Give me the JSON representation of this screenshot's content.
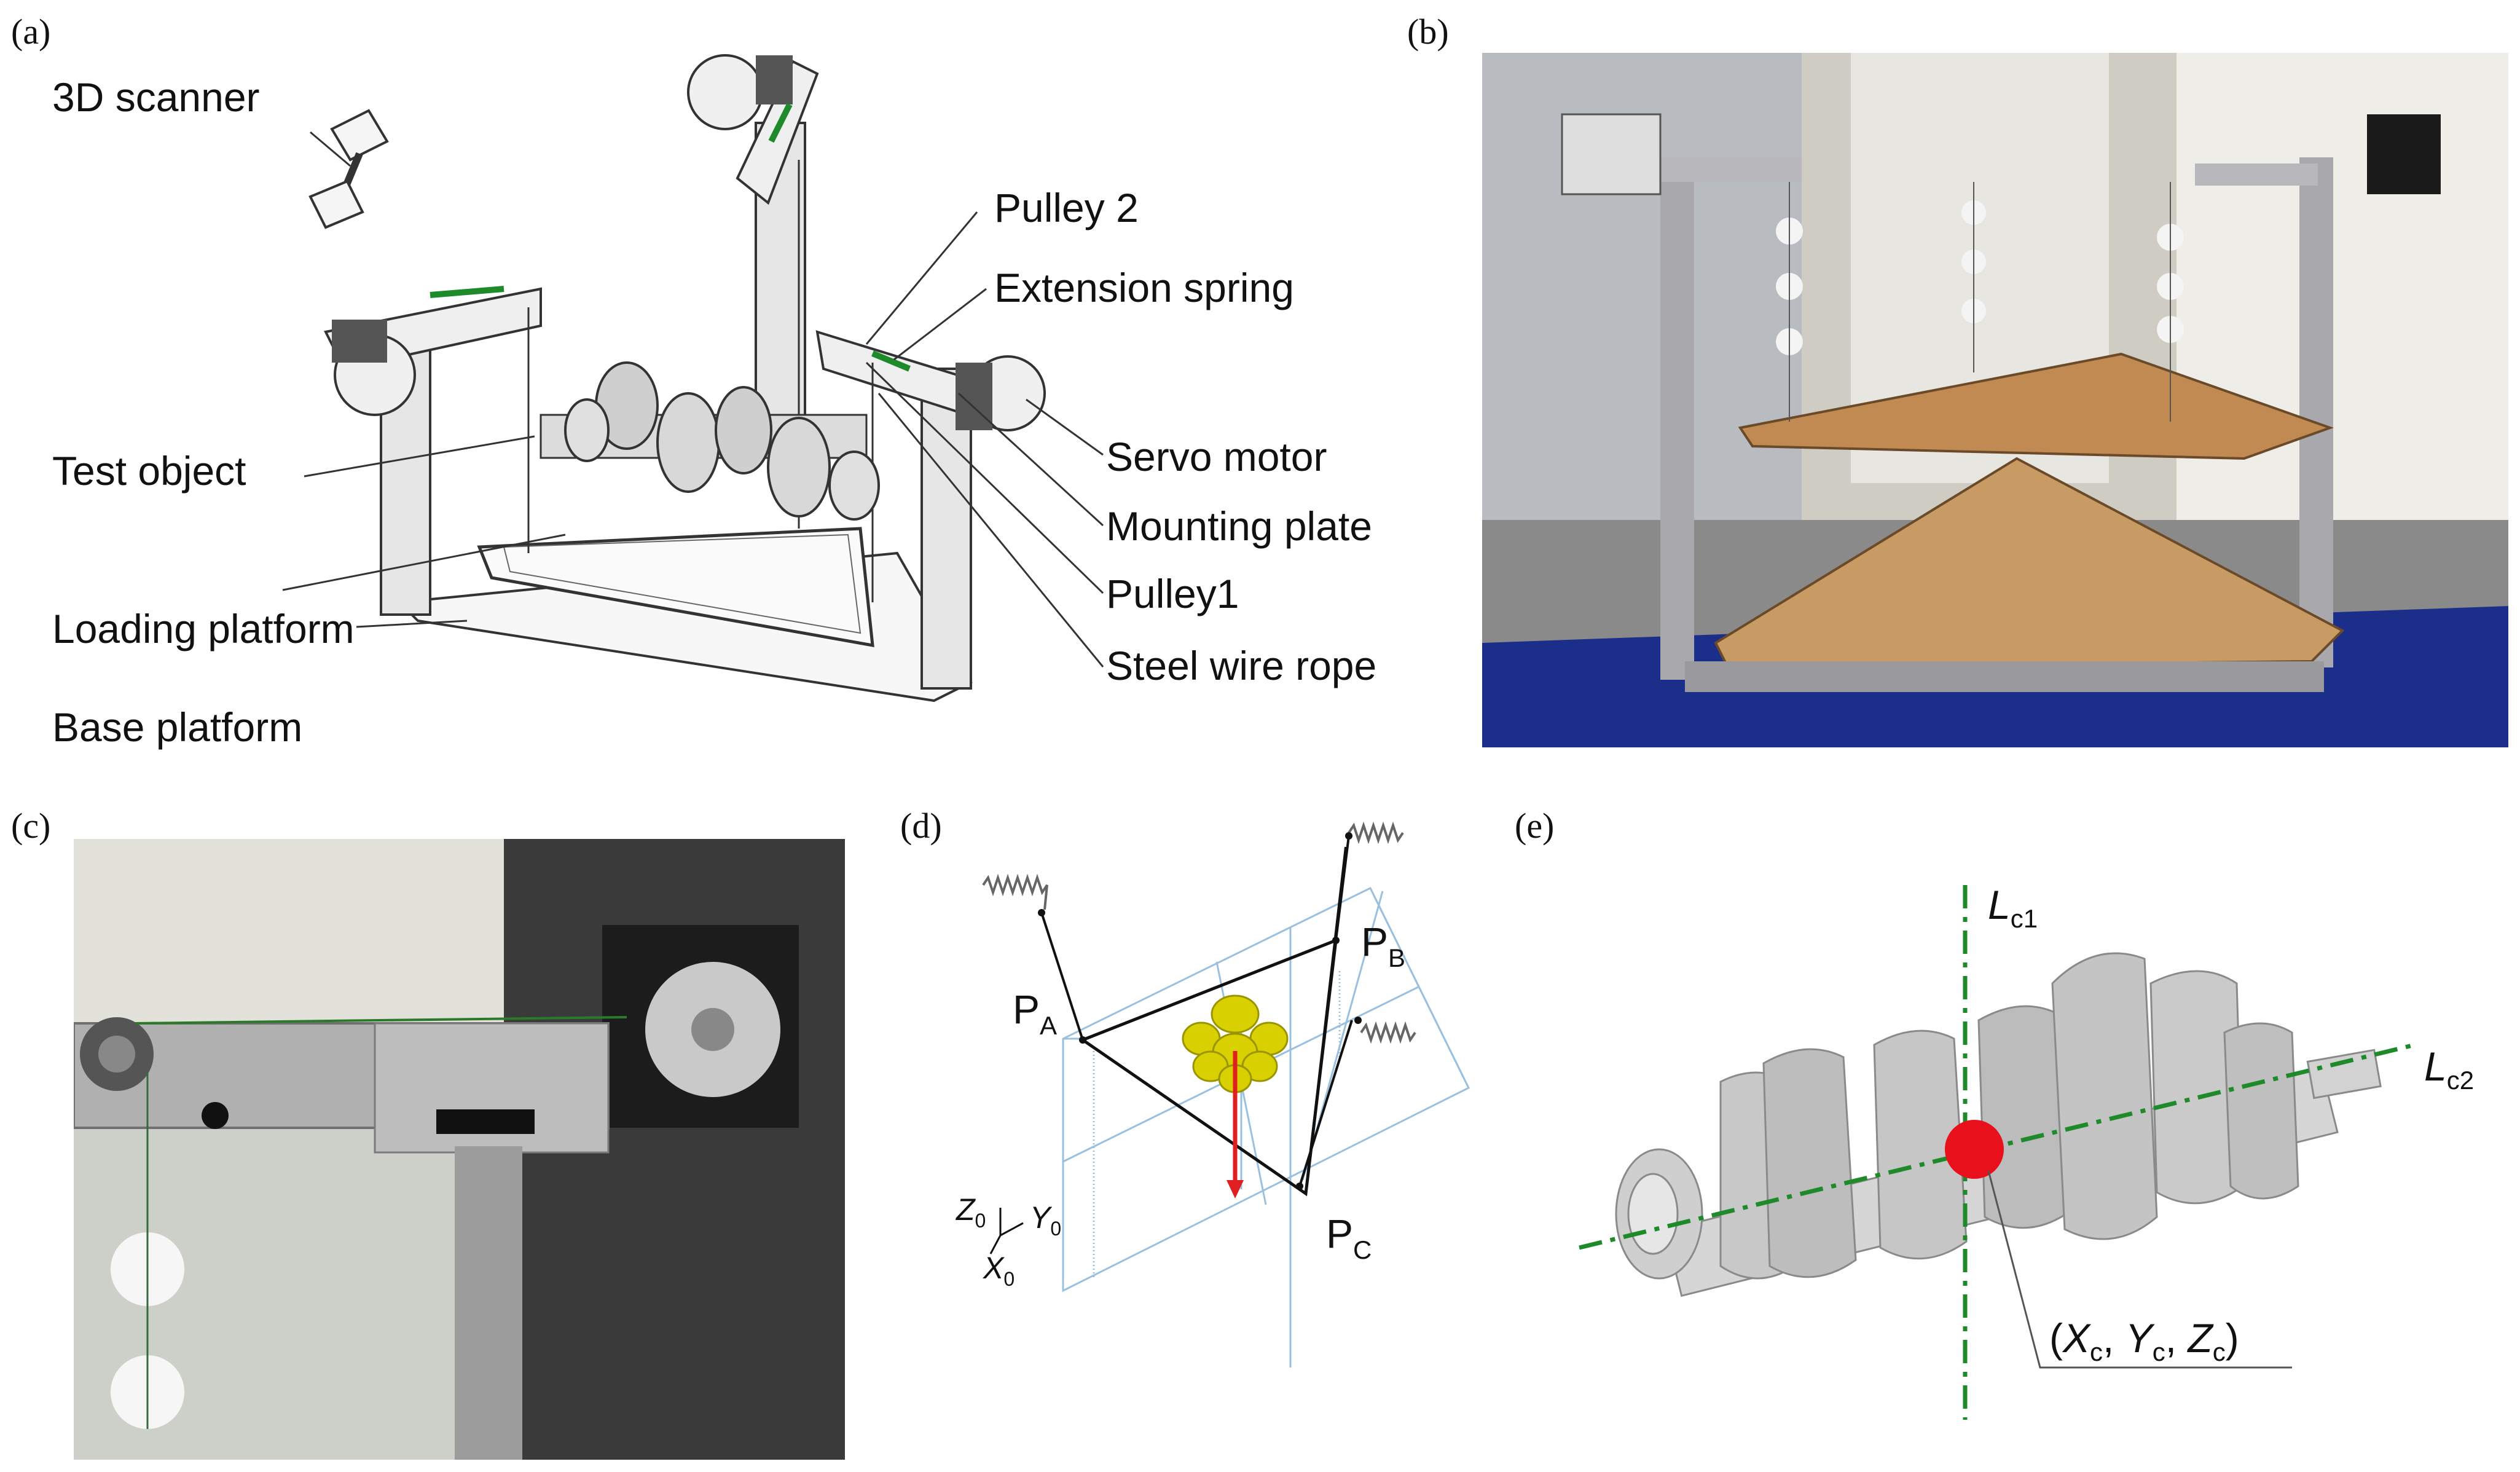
{
  "panels": {
    "a": {
      "label": "(a)",
      "callouts": {
        "scanner": "3D scanner",
        "pulley2": "Pulley 2",
        "spring": "Extension spring",
        "test_object": "Test object",
        "servo": "Servo motor",
        "mounting": "Mounting plate",
        "pulley1": "Pulley1",
        "loading": "Loading platform",
        "rope": "Steel wire rope",
        "base": "Base platform"
      }
    },
    "b": {
      "label": "(b)"
    },
    "c": {
      "label": "(c)"
    },
    "d": {
      "label": "(d)",
      "points": {
        "a": "P",
        "a_sub": "A",
        "b": "P",
        "b_sub": "B",
        "c": "P",
        "c_sub": "C"
      },
      "axes": {
        "z": "Z",
        "y": "Y",
        "x": "X",
        "sub": "0"
      }
    },
    "e": {
      "label": "(e)",
      "lines": {
        "lc1": "L",
        "lc1_sub": "c1",
        "lc2": "L",
        "lc2_sub": "c2"
      },
      "centroid": {
        "open": "(",
        "x": "X",
        "comma1": ", ",
        "y": "Y",
        "comma2": ", ",
        "z": "Z",
        "sub": "c",
        "close": ")"
      }
    }
  },
  "colors": {
    "axis_green": "#1e8a2a",
    "centroid_red": "#e8101a",
    "force_red": "#e02020",
    "object_yellow": "#d8d000",
    "grid_blue": "#9ac0e0"
  }
}
